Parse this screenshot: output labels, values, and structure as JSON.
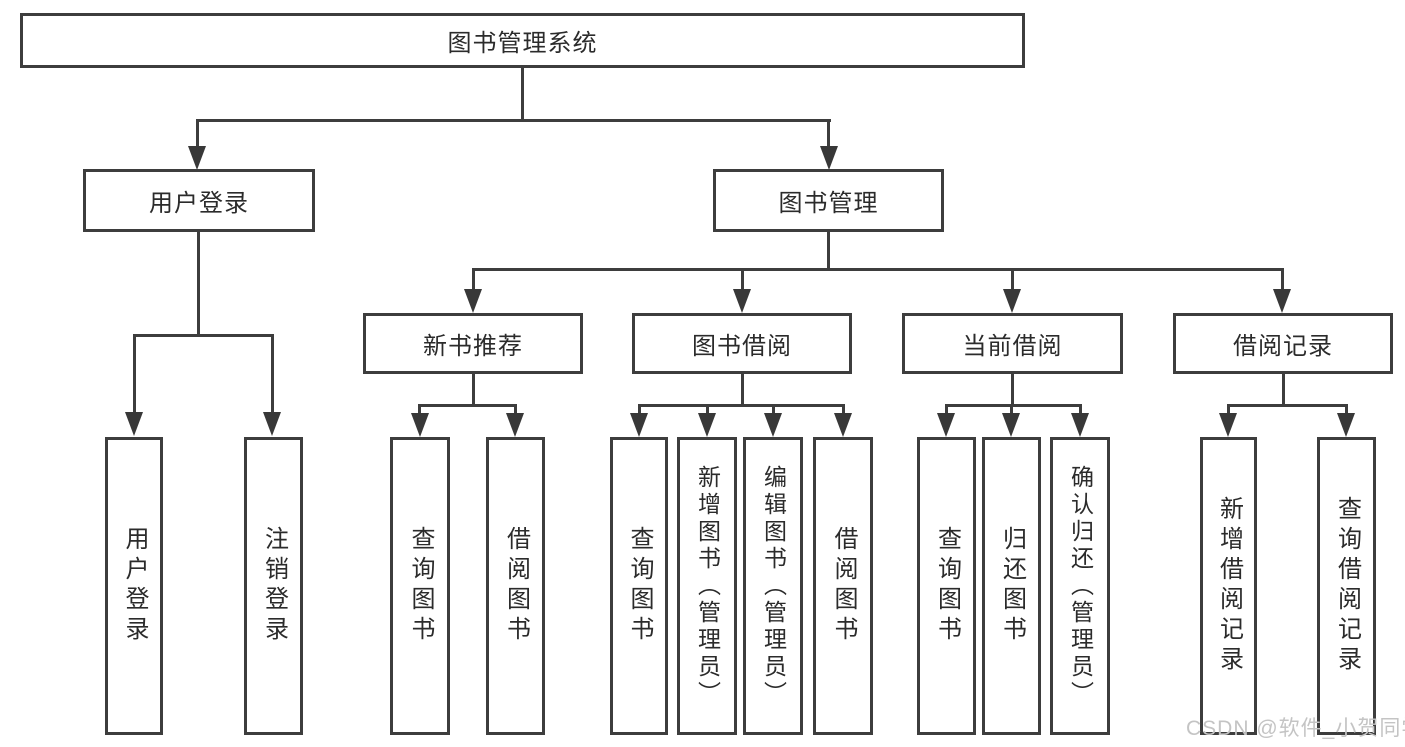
{
  "diagram": {
    "type": "hierarchy-tree",
    "title": "图书管理系统",
    "watermark": "CSDN @软件_小贺同学",
    "colors": {
      "background": "#ffffff",
      "box_border": "#3d3d3d",
      "connector": "#3d3d3d",
      "text": "#2b2b2b",
      "watermark": "#c4c4c4"
    },
    "nodes": {
      "root": {
        "label": "图书管理系统"
      },
      "user_login": {
        "label": "用户登录"
      },
      "book_mgmt": {
        "label": "图书管理"
      },
      "new_book_rec": {
        "label": "新书推荐"
      },
      "book_borrow": {
        "label": "图书借阅"
      },
      "current_borrow": {
        "label": "当前借阅"
      },
      "borrow_record": {
        "label": "借阅记录"
      },
      "ul_login": {
        "label": "用户登录"
      },
      "ul_logout": {
        "label": "注销登录"
      },
      "nbr_query": {
        "label": "查询图书"
      },
      "nbr_borrow": {
        "label": "借阅图书"
      },
      "bb_query": {
        "label": "查询图书"
      },
      "bb_add": {
        "label": "新增图书（管理员）"
      },
      "bb_edit": {
        "label": "编辑图书（管理员）"
      },
      "bb_borrow": {
        "label": "借阅图书"
      },
      "cb_query": {
        "label": "查询图书"
      },
      "cb_return": {
        "label": "归还图书"
      },
      "cb_confirm": {
        "label": "确认归还（管理员）"
      },
      "br_add": {
        "label": "新增借阅记录"
      },
      "br_query": {
        "label": "查询借阅记录"
      }
    },
    "hierarchy": {
      "图书管理系统": {
        "用户登录": [
          "用户登录",
          "注销登录"
        ],
        "图书管理": {
          "新书推荐": [
            "查询图书",
            "借阅图书"
          ],
          "图书借阅": [
            "查询图书",
            "新增图书（管理员）",
            "编辑图书（管理员）",
            "借阅图书"
          ],
          "当前借阅": [
            "查询图书",
            "归还图书",
            "确认归还（管理员）"
          ],
          "借阅记录": [
            "新增借阅记录",
            "查询借阅记录"
          ]
        }
      }
    }
  }
}
